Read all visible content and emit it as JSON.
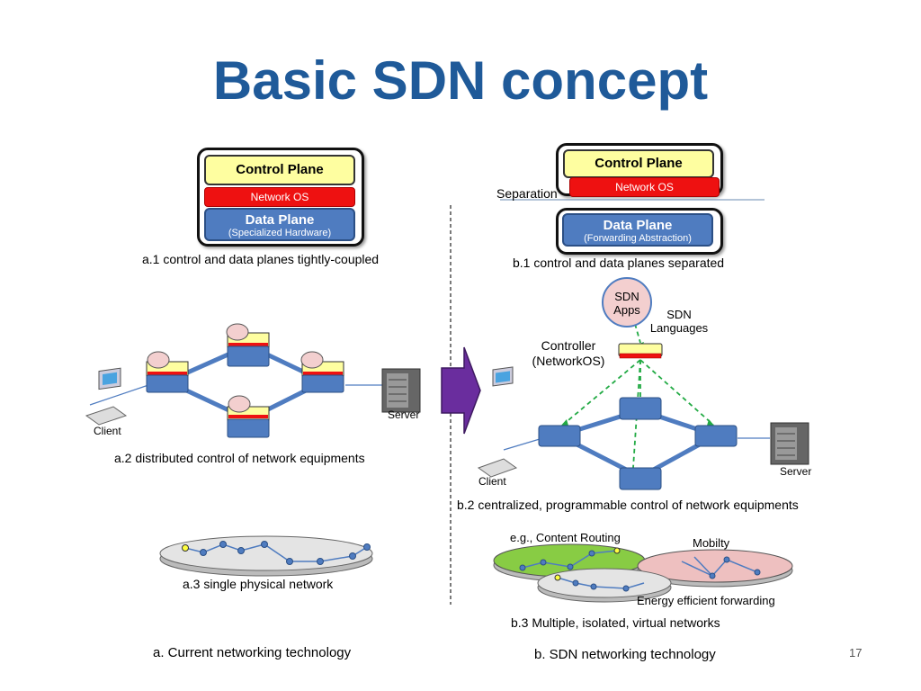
{
  "slide": {
    "title": "Basic SDN concept",
    "page_number": "17"
  },
  "left": {
    "a1": {
      "control_plane": "Control Plane",
      "network_os": "Network OS",
      "data_plane": "Data Plane",
      "data_plane_sub": "(Specialized Hardware)",
      "caption": "a.1 control and data planes tightly-coupled"
    },
    "a2": {
      "client": "Client",
      "server": "Server",
      "caption": "a.2 distributed control of network equipments"
    },
    "a3": {
      "caption": "a.3 single physical network"
    },
    "footer": "a. Current networking technology"
  },
  "right": {
    "b1": {
      "control_plane": "Control Plane",
      "network_os": "Network OS",
      "separation": "Separation",
      "data_plane": "Data Plane",
      "data_plane_sub": "(Forwarding Abstraction)",
      "caption": "b.1 control and data planes separated"
    },
    "b2": {
      "sdn_apps_line1": "SDN",
      "sdn_apps_line2": "Apps",
      "sdn_languages_line1": "SDN",
      "sdn_languages_line2": "Languages",
      "controller_line1": "Controller",
      "controller_line2": "(NetworkOS)",
      "client": "Client",
      "server": "Server",
      "caption": "b.2 centralized, programmable control of network equipments"
    },
    "b3": {
      "content_routing": "e.g., Content Routing",
      "mobility": "Mobilty",
      "energy": "Energy efficient forwarding",
      "caption": "b.3 Multiple, isolated, virtual networks"
    },
    "footer": "b. SDN networking technology"
  },
  "colors": {
    "title": "#1f5a99",
    "control_plane": "#fefea0",
    "network_os": "#ee1111",
    "data_plane": "#4f7cc0",
    "arrow": "#6a2d9e",
    "controller_link": "#22aa44",
    "net_green": "#88cc44",
    "net_pink": "#eec0c0",
    "net_gray": "#d8d8d8"
  }
}
